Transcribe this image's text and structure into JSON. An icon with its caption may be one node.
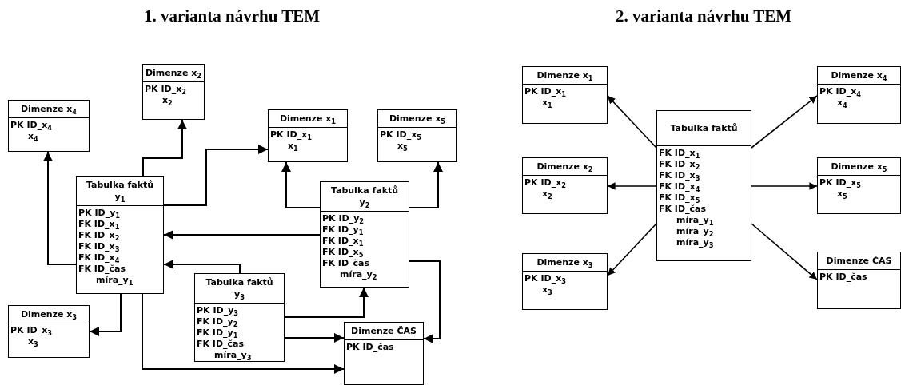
{
  "diagram": {
    "nodes": [
      {
        "text": [
          "Dimenze x$_{2}$",
          "PK ID_x$_{2}$",
          "x$_{2}$"
        ]
      },
      {
        "text": [
          "Dimenze x$_{4}$",
          "PK ID_x$_{4}$",
          "x$_{4}$"
        ]
      },
      {
        "text": [
          "Dimenze x$_{1}$",
          "PK ID_x$_{1}$",
          "x$_{1}$"
        ]
      },
      {
        "text": [
          "Dimenze x$_{5}$",
          "PK ID_x$_{5}$",
          "x$_{5}$"
        ]
      },
      {
        "text": [
          "Tabulka faktů y$_{1}$",
          "PK ID_y$_{1}$",
          "FK ID_x$_{1}$",
          "FK ID_x$_{2}$",
          "FK ID_x$_{3}$",
          "FK ID_x$_{4}$",
          "FK ID_čas",
          "míra_y$_{1}$"
        ]
      },
      {
        "text": [
          "Tabulka faktů y$_{2}$",
          "PK ID_y$_{2}$",
          "FK ID_y$_{1}$",
          "FK ID_x$_{1}$",
          "FK ID_x$_{5}$",
          "FK ID_čas",
          "míra_y$_{2}$"
        ]
      },
      {
        "text": [
          "Tabulka faktů y$_{3}$",
          "PK ID_y$_{3}$",
          "FK ID_y$_{2}$",
          "FK ID_y$_{1}$",
          "FK ID_čas",
          "míra_y$_{3}$"
        ]
      },
      {
        "text": [
          "Dimenze x$_{3}$",
          "PK ID_x$_{3}$",
          "x$_{3}$"
        ]
      },
      {
        "text": [
          "Dimenze ČAS",
          "PK ID_čas"
        ]
      },
      {
        "text": [
          "Dimenze x$_{1}$",
          "PK ID_x$_{1}$",
          "x$_{1}$"
        ]
      },
      {
        "text": [
          "Dimenze x$_{4}$",
          "PK ID_x$_{4}$",
          "x$_{4}$"
        ]
      },
      {
        "text": [
          "Tabulka faktů",
          "FK ID_x$_{1}$",
          "FK ID_x$_{2}$",
          "FK ID_x$_{3}$",
          "FK ID_x$_{4}$",
          "FK ID_x$_{5}$",
          "FK ID_čas",
          "míra_y$_{1}$",
          "míra_y$_{2}$",
          "míra_y$_{3}$"
        ]
      },
      {
        "text": [
          "Dimenze x$_{2}$",
          "PK ID_x$_{2}$",
          "x$_{2}$"
        ]
      },
      {
        "text": [
          "Dimenze x$_{5}$",
          "PK ID_x$_{5}$",
          "x$_{5}$"
        ]
      },
      {
        "text": [
          "Dimenze x$_{3}$",
          "PK ID_x$_{3}$",
          "x$_{3}$"
        ]
      },
      {
        "text": [
          "Dimenze ČAS",
          "PK ID_čas"
        ]
      }
    ],
    "edges": [
      {
        "from": 4,
        "to": 0,
        "arrow": "to"
      },
      {
        "from": 4,
        "to": 1,
        "arrow": "to"
      },
      {
        "from": 4,
        "to": 2,
        "arrow": "to"
      },
      {
        "from": 5,
        "to": 2,
        "arrow": "to"
      },
      {
        "from": 5,
        "to": 3,
        "arrow": "to"
      },
      {
        "from": 5,
        "to": 4,
        "arrow": "to"
      },
      {
        "from": 6,
        "to": 4,
        "arrow": "to"
      },
      {
        "from": 4,
        "to": 7,
        "arrow": "to"
      },
      {
        "from": 4,
        "to": 8,
        "arrow": "to"
      },
      {
        "from": 6,
        "to": 5,
        "arrow": "to"
      },
      {
        "from": 6,
        "to": 8,
        "arrow": "to"
      },
      {
        "from": 5,
        "to": 8,
        "arrow": "to"
      },
      {
        "from": 11,
        "to": 9,
        "arrow": "to"
      },
      {
        "from": 11,
        "to": 12,
        "arrow": "to"
      },
      {
        "from": 11,
        "to": 14,
        "arrow": "to"
      },
      {
        "from": 11,
        "to": 10,
        "arrow": "to"
      },
      {
        "from": 11,
        "to": 13,
        "arrow": "to"
      },
      {
        "from": 11,
        "to": 15,
        "arrow": "to"
      }
    ],
    "labels": [
      "1. varianta návrhu TEM",
      "2. varianta návrhu TEM"
    ]
  }
}
